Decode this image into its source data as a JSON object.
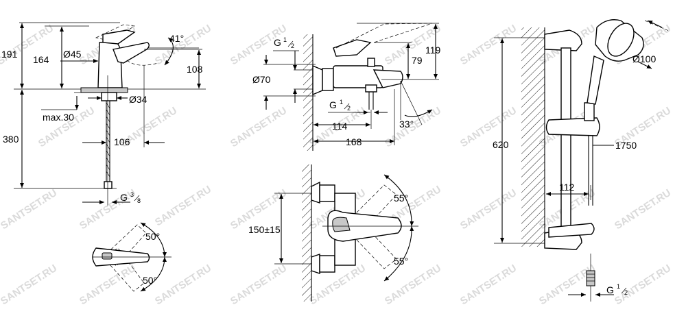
{
  "watermark": "SANTSET.RU",
  "views": {
    "basin_mixer": {
      "dims": {
        "total_height": "191",
        "spout_height": "164",
        "lever_dia": "Ø45",
        "lever_angle": "41°",
        "reach": "108",
        "hole_dia": "Ø34",
        "max_thickness": "max.30",
        "hose_length": "380",
        "hose_spread": "106",
        "connection_prefix": "G",
        "connection_num": "3",
        "connection_den": "8"
      }
    },
    "basin_top": {
      "dims": {
        "angle_up": "50°",
        "angle_down": "50°"
      }
    },
    "bath_mixer": {
      "dims": {
        "inlet_prefix": "G",
        "inlet_num": "1",
        "inlet_den": "2",
        "flange_dia": "Ø70",
        "height_total": "119",
        "height_body": "79",
        "outlet_prefix": "G",
        "outlet_num": "1",
        "outlet_den": "2",
        "spout_axis": "114",
        "spout_angle": "33°",
        "reach": "168"
      }
    },
    "bath_front": {
      "dims": {
        "center_distance": "150±15",
        "angle_up": "55°",
        "angle_down": "55°"
      }
    },
    "shower_set": {
      "dims": {
        "head_dia": "Ø100",
        "rail_length": "620",
        "hose_length": "1750",
        "wall_offset": "112",
        "connection_prefix": "G",
        "connection_num": "1",
        "connection_den": "2"
      }
    }
  }
}
